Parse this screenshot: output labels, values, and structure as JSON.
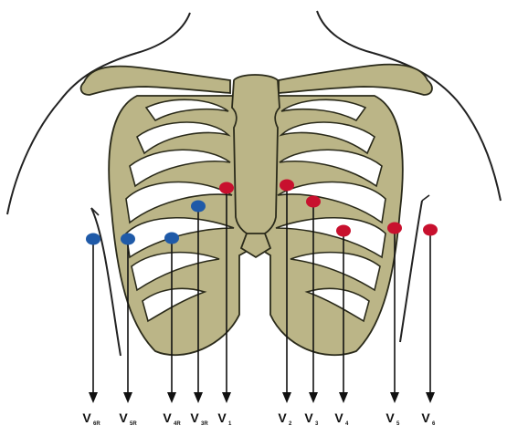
{
  "colors": {
    "bone_fill": "#bbb587",
    "bone_stroke": "#2a2a1a",
    "outline": "#222222",
    "arrow": "#111111",
    "right_sided_electrode": "#1f5aa8",
    "standard_electrode": "#c8102e"
  },
  "leads": [
    {
      "main": "V",
      "sub": "6R",
      "color": "blue"
    },
    {
      "main": "V",
      "sub": "5R",
      "color": "blue"
    },
    {
      "main": "V",
      "sub": "4R",
      "color": "blue"
    },
    {
      "main": "V",
      "sub": "3R",
      "color": "blue"
    },
    {
      "main": "V",
      "sub": "1",
      "color": "red"
    },
    {
      "main": "V",
      "sub": "2",
      "color": "red"
    },
    {
      "main": "V",
      "sub": "3",
      "color": "red"
    },
    {
      "main": "V",
      "sub": "4",
      "color": "red"
    },
    {
      "main": "V",
      "sub": "5",
      "color": "red"
    },
    {
      "main": "V",
      "sub": "6",
      "color": "red"
    }
  ]
}
